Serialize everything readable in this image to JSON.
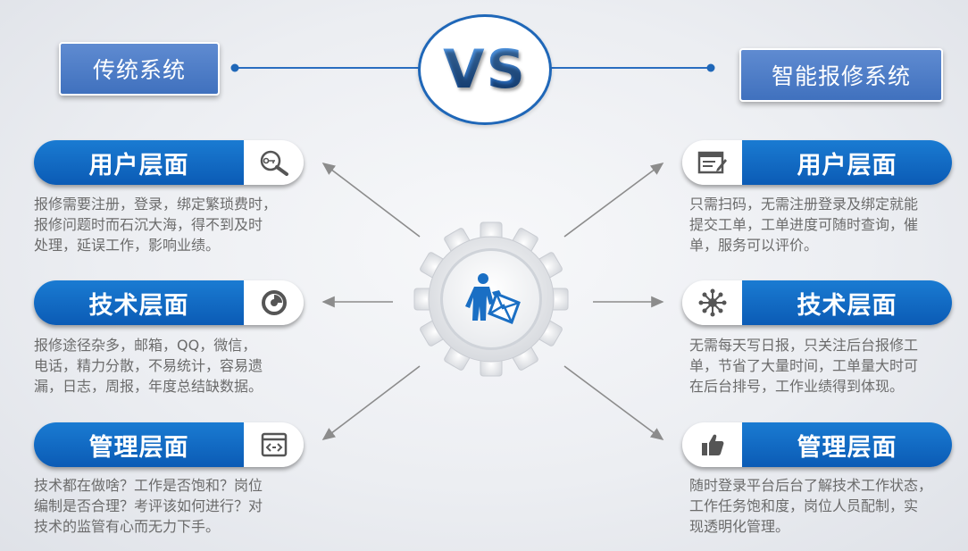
{
  "header": {
    "left_title": "传统系统",
    "vs": "VS",
    "right_title": "智能报修系统"
  },
  "traditional": [
    {
      "title": "用户层面",
      "icon": "key-search-icon",
      "lines": [
        "报修需要注册，登录，绑定繁琐费时，",
        "报修问题时而石沉大海，得不到及时",
        "处理，延误工作，影响业绩。"
      ]
    },
    {
      "title": "技术层面",
      "icon": "pie-chart-icon",
      "lines": [
        "报修途径杂多，邮箱，QQ，微信，",
        "电话，精力分散，不易统计，容易遗",
        "漏，日志，周报，年度总结缺数据。"
      ]
    },
    {
      "title": "管理层面",
      "icon": "code-window-icon",
      "lines": [
        "技术都在做啥？工作是否饱和？岗位",
        "编制是否合理？考评该如何进行？对",
        "技术的监管有心而无力下手。"
      ]
    }
  ],
  "smart": [
    {
      "title": "用户层面",
      "icon": "edit-window-icon",
      "lines": [
        "只需扫码，无需注册登录及绑定就能",
        "提交工单，工单进度可随时查询，催",
        "单，服务可以评价。"
      ]
    },
    {
      "title": "技术层面",
      "icon": "network-icon",
      "lines": [
        "无需每天写日报，只关注后台报修工",
        "单，节省了大量时间，工单量大时可",
        "在后台排号，工作业绩得到体现。"
      ]
    },
    {
      "title": "管理层面",
      "icon": "thumbs-up-icon",
      "lines": [
        "随时登录平台后台了解技术工作状态，",
        "工作任务饱和度，岗位人员配制，实",
        "现透明化管理。"
      ]
    }
  ],
  "colors": {
    "accent": "#0b5bb5",
    "title_box": "#4f7ec8",
    "text": "#6b6b6b",
    "arrow": "#8c8c8c"
  },
  "center_icon": "worker-with-envelope-icon"
}
